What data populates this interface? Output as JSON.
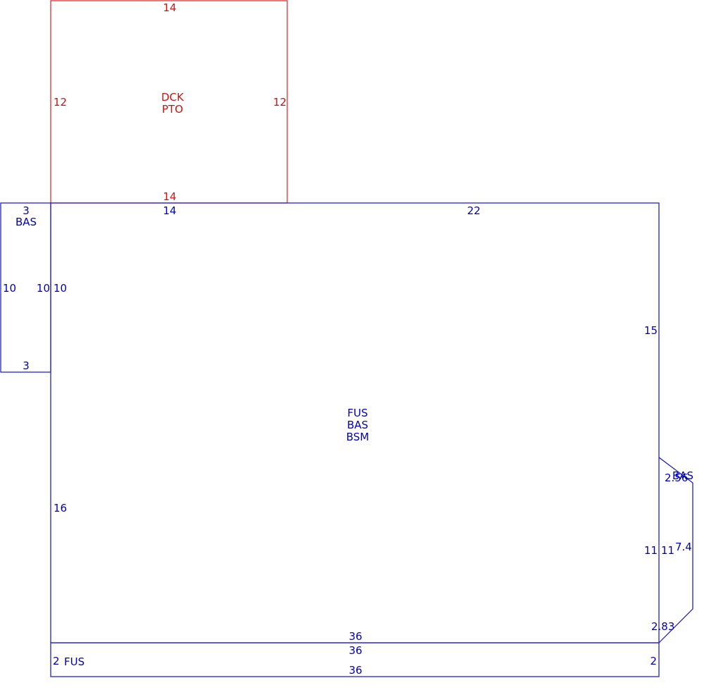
{
  "colors": {
    "deck": "#cc1111",
    "living": "#0000bb",
    "background": "#ffffff"
  },
  "deck": {
    "codes": [
      "DCK",
      "PTO"
    ],
    "dims": {
      "top": "14",
      "bottom": "14",
      "left": "12",
      "right": "12"
    }
  },
  "main": {
    "codes": [
      "FUS",
      "BAS",
      "BSM"
    ],
    "dims": {
      "top_left": "14",
      "top_right": "22",
      "left_upper": "10",
      "left_lower": "16",
      "right_upper": "15",
      "right_lower": "11",
      "bottom": "36"
    }
  },
  "side_left": {
    "code": "BAS",
    "dims": {
      "top": "3",
      "bottom": "3",
      "left": "10",
      "right": "10"
    }
  },
  "bay": {
    "code": "BAS",
    "dims": {
      "top_diag": "2.56",
      "inner": "11",
      "outer": "7.4",
      "bottom_diag": "2.83"
    }
  },
  "strip": {
    "code": "FUS",
    "dims": {
      "top": "36",
      "bottom": "36",
      "left": "2",
      "right": "2"
    }
  }
}
